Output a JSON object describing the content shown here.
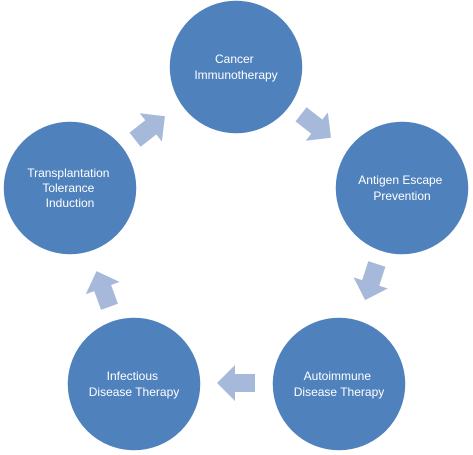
{
  "diagram": {
    "type": "cycle",
    "colors": {
      "node_fill": "#4f81bd",
      "arrow_fill": "#a7b9da",
      "text": "#ffffff"
    },
    "nodes": [
      {
        "id": "cancer",
        "lines": [
          "Cancer",
          "Immunotherapy"
        ]
      },
      {
        "id": "antigen",
        "lines": [
          "Antigen Escape",
          "Prevention"
        ]
      },
      {
        "id": "autoimmune",
        "lines": [
          "Autoimmune",
          "Disease Therapy"
        ]
      },
      {
        "id": "infectious",
        "lines": [
          "Infectious",
          "Disease Therapy"
        ]
      },
      {
        "id": "transplant",
        "lines": [
          "Transplantation",
          "Tolerance",
          "Induction"
        ]
      }
    ],
    "arrows": [
      {
        "from": "cancer",
        "to": "antigen"
      },
      {
        "from": "antigen",
        "to": "autoimmune"
      },
      {
        "from": "autoimmune",
        "to": "infectious"
      },
      {
        "from": "infectious",
        "to": "transplant"
      },
      {
        "from": "transplant",
        "to": "cancer"
      }
    ]
  }
}
